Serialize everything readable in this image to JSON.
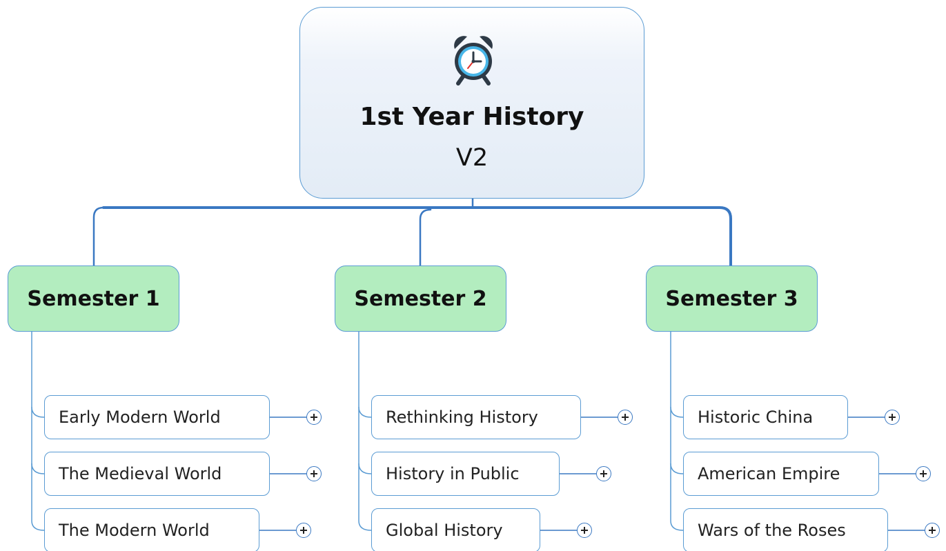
{
  "map": {
    "root": {
      "title": "1st Year History",
      "subtitle": "V2",
      "icon": "alarm-clock-icon"
    },
    "semesters": [
      {
        "label": "Semester 1",
        "topics": [
          "Early Modern World",
          "The Medieval World",
          "The Modern World"
        ]
      },
      {
        "label": "Semester 2",
        "topics": [
          "Rethinking History",
          "History in Public",
          "Global History"
        ]
      },
      {
        "label": "Semester 3",
        "topics": [
          "Historic China",
          "American Empire",
          "Wars of the Roses"
        ]
      }
    ]
  },
  "colors": {
    "connector": "#3a78c2",
    "node_border": "#5a9bd3",
    "semester_fill": "#b3edbf",
    "root_fill": "#e3ecf6"
  }
}
